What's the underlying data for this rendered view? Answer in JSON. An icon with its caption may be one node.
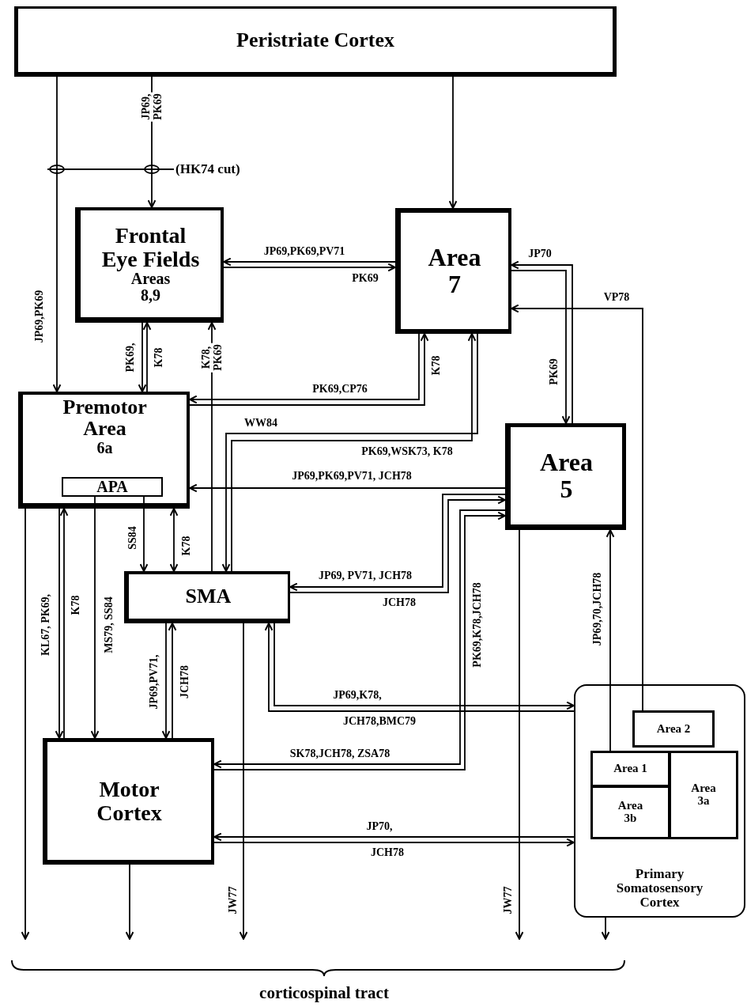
{
  "diagram": {
    "nodes": [
      {
        "text": [
          "Peristriate Cortex"
        ]
      },
      {
        "text": [
          "Frontal Eye Fields",
          "Areas 8,9"
        ]
      },
      {
        "text": [
          "Area 7"
        ]
      },
      {
        "text": [
          "Premotor Area",
          "6a"
        ]
      },
      {
        "text": [
          "APA"
        ],
        "in": 3
      },
      {
        "text": [
          "Area 5"
        ]
      },
      {
        "text": [
          "SMA"
        ]
      },
      {
        "text": [
          "Motor Cortex"
        ]
      },
      {
        "text": [
          "Primary Somatosensory Cortex"
        ]
      },
      {
        "text": [
          "Area 2"
        ],
        "in": 8
      },
      {
        "text": [
          "Area 1"
        ],
        "in": 8
      },
      {
        "text": [
          "Area 3b"
        ],
        "in": 8
      },
      {
        "text": [
          "Area 3a"
        ],
        "in": 8
      }
    ],
    "edges": [
      {
        "from": 0,
        "to": 3,
        "arrow": "to",
        "label": "JP69,PK69"
      },
      {
        "from": 0,
        "to": 1,
        "arrow": "to",
        "label": "JP69, PK69"
      },
      {
        "from": 0,
        "to": 2,
        "arrow": "to"
      },
      {
        "from": 2,
        "to": 1,
        "arrow": "to",
        "label": "JP69,PK69,PV71"
      },
      {
        "from": 1,
        "to": 2,
        "arrow": "to",
        "label": "PK69"
      },
      {
        "from": 1,
        "to": 3,
        "arrow": "to",
        "label": "PK69,"
      },
      {
        "from": 3,
        "to": 1,
        "arrow": "to",
        "label": "K78"
      },
      {
        "from": 6,
        "to": 1,
        "arrow": "to",
        "label": "K78, PK69"
      },
      {
        "from": 2,
        "to": 3,
        "arrow": "to",
        "label": "PK69,CP76"
      },
      {
        "from": 3,
        "to": 2,
        "arrow": "to",
        "label": "K78"
      },
      {
        "from": 6,
        "to": 2,
        "arrow": "to",
        "label": "PK69,WSK73, K78"
      },
      {
        "from": 2,
        "to": 6,
        "arrow": "to",
        "label": "WW84"
      },
      {
        "from": 5,
        "to": 3,
        "arrow": "to",
        "label": "JP69,PK69,PV71, JCH78"
      },
      {
        "from": 5,
        "to": 2,
        "arrow": "to",
        "label": "JP70"
      },
      {
        "from": 2,
        "to": 5,
        "arrow": "to",
        "label": "PK69"
      },
      {
        "from": 9,
        "to": 2,
        "arrow": "to",
        "label": "VP78"
      },
      {
        "from": 10,
        "to": 5,
        "arrow": "to",
        "label": "JP69,70,JCH78"
      },
      {
        "from": 5,
        "to": 6,
        "arrow": "to",
        "label": "JP69, PV71, JCH78"
      },
      {
        "from": 6,
        "to": 5,
        "arrow": "to",
        "label": "JCH78"
      },
      {
        "from": 7,
        "to": 5,
        "arrow": "to",
        "label": "PK69,K78,JCH78"
      },
      {
        "from": 5,
        "to": 7,
        "arrow": "to",
        "label": "SK78,JCH78, ZSA78"
      },
      {
        "from": 6,
        "to": 8,
        "arrow": "to",
        "label": "JP69,K78,"
      },
      {
        "from": 8,
        "to": 6,
        "arrow": "to",
        "label": "JCH78,BMC79"
      },
      {
        "from": 8,
        "to": 7,
        "arrow": "to",
        "label": "JP70,"
      },
      {
        "from": 7,
        "to": 8,
        "arrow": "to",
        "label": "JCH78"
      },
      {
        "from": 3,
        "to": 7,
        "arrow": "to",
        "label": "KL67, PK69,"
      },
      {
        "from": 7,
        "to": 3,
        "arrow": "to",
        "label": "K78"
      },
      {
        "from": 4,
        "to": 7,
        "arrow": "to",
        "label": "MS79, SS84"
      },
      {
        "from": 4,
        "to": 6,
        "arrow": "to",
        "label": "SS84"
      },
      {
        "from": 3,
        "to": 6,
        "arrow": "both",
        "label": "K78"
      },
      {
        "from": 6,
        "to": 7,
        "arrow": "to",
        "label": "JP69,PV71,"
      },
      {
        "from": 7,
        "to": 6,
        "arrow": "to",
        "label": "JCH78"
      },
      {
        "from": 3,
        "to": null,
        "arrow": "to"
      },
      {
        "from": 7,
        "to": null,
        "arrow": "to"
      },
      {
        "from": 6,
        "to": null,
        "arrow": "to",
        "label": "JW77"
      },
      {
        "from": 5,
        "to": null,
        "arrow": "to",
        "label": "JW77"
      },
      {
        "from": 8,
        "to": null,
        "arrow": "to"
      }
    ],
    "labels": [
      "(HK74 cut)",
      "corticospinal tract"
    ]
  }
}
